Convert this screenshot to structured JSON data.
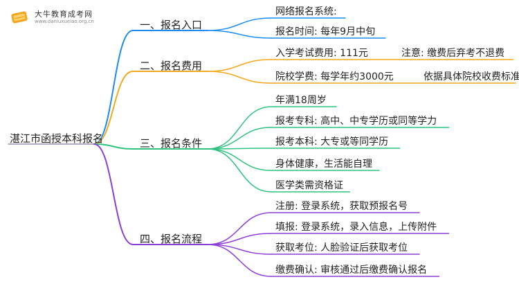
{
  "brand": {
    "name": "大牛教育成考网",
    "url": "www.daniuxueiao.org.cn"
  },
  "root": "湛江市函授本科报名",
  "colors": {
    "root_line": "#9b8fa8",
    "branch1": "#1a8bf0",
    "branch2": "#f4a81c",
    "branch3": "#2fc27f",
    "branch4": "#8b3fd6"
  },
  "branches": [
    {
      "label": "一、报名入口",
      "color": "#1a8bf0",
      "items": [
        {
          "text": "网络报名系统:"
        },
        {
          "text": "报名时间: 每年9月中旬"
        }
      ]
    },
    {
      "label": "二、报名费用",
      "color": "#f4a81c",
      "items": [
        {
          "text": "入学考试费用: 111元",
          "note": "注意: 缴费后弃考不退费"
        },
        {
          "text": "院校学费: 每学年约3000元",
          "note": "依据具体院校收费标准"
        }
      ]
    },
    {
      "label": "三、报名条件",
      "color": "#2fc27f",
      "items": [
        {
          "text": "年满18周岁"
        },
        {
          "text": "报考专科: 高中、中专学历或同等学力"
        },
        {
          "text": "报考本科: 大专或等同学历"
        },
        {
          "text": "身体健康，生活能自理"
        },
        {
          "text": "医学类需资格证"
        }
      ]
    },
    {
      "label": "四、报名流程",
      "color": "#8b3fd6",
      "items": [
        {
          "text": "注册: 登录系统，获取预报名号"
        },
        {
          "text": "填报: 登录系统，录入信息，上传附件"
        },
        {
          "text": "获取考位: 人脸验证后获取考位"
        },
        {
          "text": "缴费确认: 审核通过后缴费确认报名"
        }
      ]
    }
  ]
}
